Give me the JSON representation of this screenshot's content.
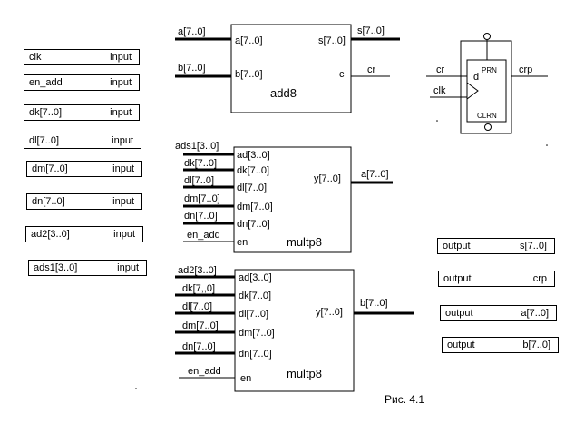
{
  "inputs": [
    {
      "name": "clk",
      "dir": "input"
    },
    {
      "name": "en_add",
      "dir": "input"
    },
    {
      "name": "dk[7..0]",
      "dir": "input"
    },
    {
      "name": "dl[7..0]",
      "dir": "input"
    },
    {
      "name": "dm[7..0]",
      "dir": "input"
    },
    {
      "name": "dn[7..0]",
      "dir": "input"
    },
    {
      "name": "ad2[3..0]",
      "dir": "input"
    },
    {
      "name": "ads1[3..0]",
      "dir": "input"
    }
  ],
  "outputs": [
    {
      "dir": "output",
      "name": "s[7..0]"
    },
    {
      "dir": "output",
      "name": "crp"
    },
    {
      "dir": "output",
      "name": "a[7..0]"
    },
    {
      "dir": "output",
      "name": "b[7..0]"
    }
  ],
  "add8": {
    "title": "add8",
    "in_pins": [
      "a[7..0]",
      "b[7..0]"
    ],
    "out_pins": [
      "s[7..0]",
      "c"
    ],
    "in_wires": [
      "a[7..0]",
      "b[7..0]"
    ],
    "out_wires": [
      "s[7..0]",
      "cr"
    ]
  },
  "dff": {
    "prn": "PRN",
    "clrn": "CLRN",
    "d": "d",
    "in_wires": [
      "cr",
      "clk"
    ],
    "out_wire": "crp"
  },
  "multp8_1": {
    "title": "multp8",
    "in_pins": [
      "ad[3..0]",
      "dk[7..0]",
      "dl[7..0]",
      "dm[7..0]",
      "dn[7..0]",
      "en"
    ],
    "in_wires": [
      "ads1[3..0]",
      "dk[7..0]",
      "dl[7..0]",
      "dm[7..0]",
      "dn[7..0]",
      "en_add"
    ],
    "out_pin": "y[7..0]",
    "out_wire": "a[7..0]"
  },
  "multp8_2": {
    "title": "multp8",
    "in_pins": [
      "ad[3..0]",
      "dk[7..0]",
      "dl[7..0]",
      "dm[7..0]",
      "dn[7..0]",
      "en"
    ],
    "in_wires": [
      "ad2[3..0]",
      "dk[7,,0]",
      "dl[7..0]",
      "dm[7..0]",
      "dn[7..0]",
      "en_add"
    ],
    "out_pin": "y[7..0]",
    "out_wire": "b[7..0]"
  },
  "caption": "Рис. 4.1"
}
